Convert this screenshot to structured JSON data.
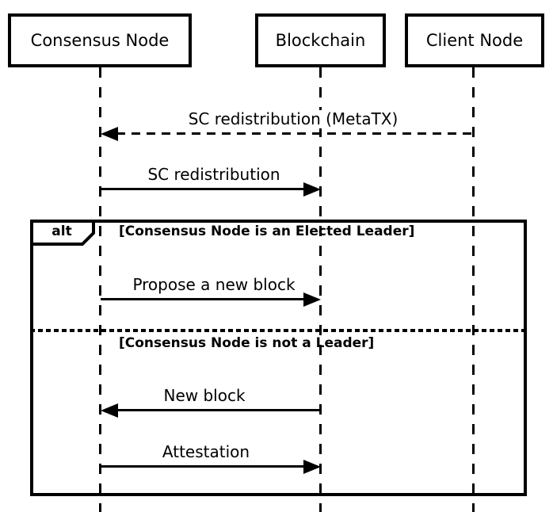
{
  "actors": [
    {
      "label": "Consensus Node"
    },
    {
      "label": "Blockchain"
    },
    {
      "label": "Client Node"
    }
  ],
  "messages": [
    {
      "label": "SC redistribution (MetaTX)",
      "from": "Client Node",
      "to": "Consensus Node",
      "line": "dashed"
    },
    {
      "label": "SC redistribution",
      "from": "Consensus Node",
      "to": "Blockchain",
      "line": "solid"
    },
    {
      "label": "Propose a new block",
      "from": "Consensus Node",
      "to": "Blockchain",
      "line": "solid"
    },
    {
      "label": "New block",
      "from": "Blockchain",
      "to": "Consensus Node",
      "line": "solid"
    },
    {
      "label": "Attestation",
      "from": "Consensus Node",
      "to": "Blockchain",
      "line": "solid"
    }
  ],
  "fragment": {
    "operator": "alt",
    "guards": [
      "[Consensus Node is an Elected Leader]",
      "[Consensus Node is not a Leader]"
    ]
  },
  "colors": {
    "line": "#000000",
    "background": "#ffffff"
  }
}
